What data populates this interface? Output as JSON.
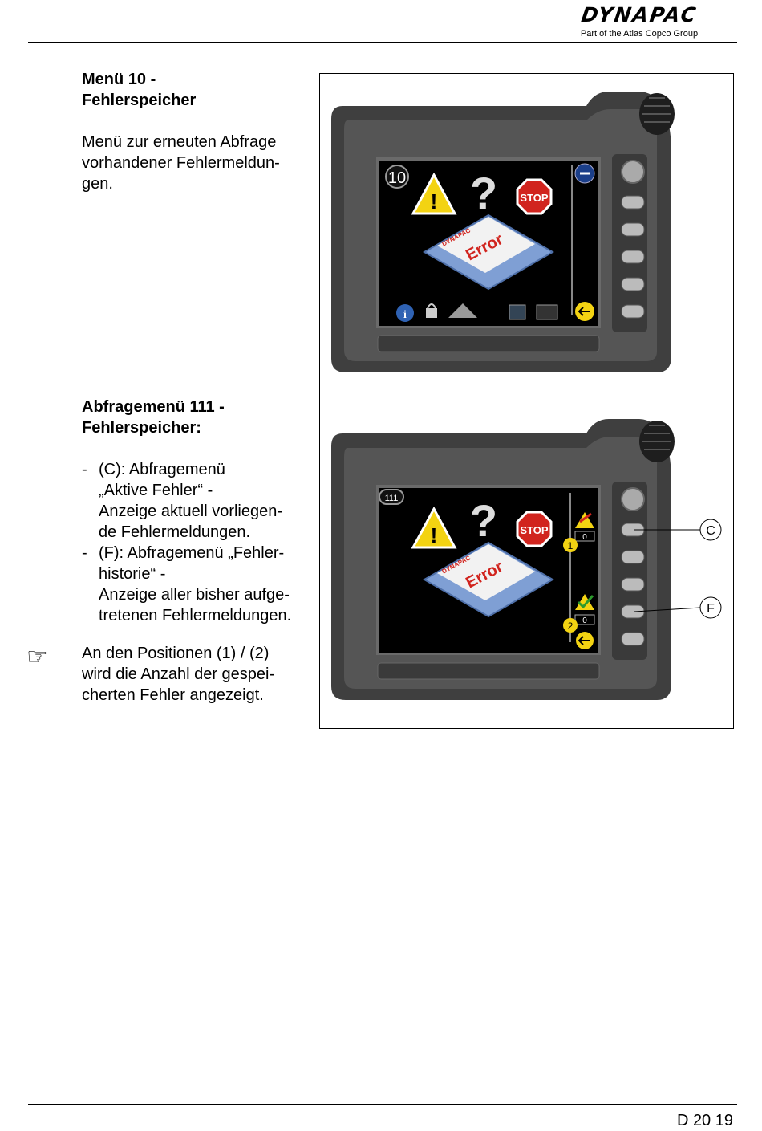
{
  "header": {
    "logo_text": "DYNAPAC",
    "logo_subtitle": "Part of the Atlas Copco Group"
  },
  "section1": {
    "title_line1": "Menü 10 -",
    "title_line2": "Fehlerspeicher",
    "desc_line1": "Menü zur erneuten Abfrage",
    "desc_line2": "vorhandener Fehlermeldun-",
    "desc_line3": "gen."
  },
  "section2": {
    "title_line1": "Abfragemenü 111 -",
    "title_line2": "Fehlerspeicher:",
    "items": [
      {
        "dash": "-",
        "lines": [
          "(C): Abfragemenü",
          "„Aktive Fehler“ -",
          "Anzeige aktuell vorliegen-",
          "de Fehlermeldungen."
        ]
      },
      {
        "dash": "-",
        "lines": [
          "(F): Abfragemenü „Fehler-",
          "historie“ -",
          "Anzeige aller bisher aufge-",
          "tretenen Fehlermeldungen."
        ]
      }
    ],
    "note_lines": [
      "An den Positionen (1) / (2)",
      "wird die Anzahl der gespei-",
      "cherten Fehler angezeigt."
    ]
  },
  "display1": {
    "menu_number": "10",
    "stop_text": "STOP",
    "error_text": "Error",
    "disk_brand": "DYNAPAC"
  },
  "display2": {
    "menu_number": "111",
    "stop_text": "STOP",
    "error_text": "Error",
    "disk_brand": "DYNAPAC",
    "pos1": "1",
    "pos2": "2",
    "count1": "0",
    "count2": "0",
    "callout_c": "C",
    "callout_f": "F"
  },
  "footer": {
    "page_number": "D 20 19"
  },
  "colors": {
    "bezel": "#4a4a4a",
    "screen": "#000000",
    "warning": "#f3d312",
    "stop": "#d1241e",
    "disk": "#7f9fd4"
  }
}
